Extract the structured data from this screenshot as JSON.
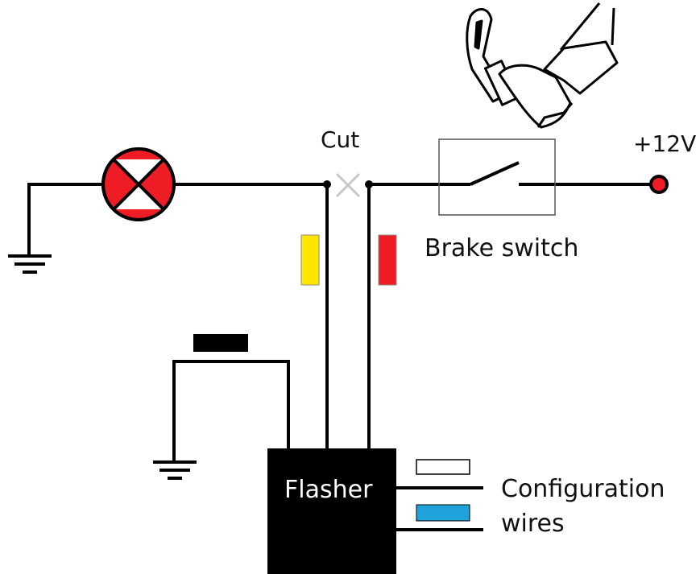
{
  "labels": {
    "cut": "Cut",
    "voltage": "+12V",
    "brake_switch": "Brake switch",
    "flasher": "Flasher",
    "configuration_line1": "Configuration",
    "configuration_line2": "wires"
  },
  "components": {
    "lamp": "brake-lamp",
    "switch": "brake-switch",
    "flasher": "flasher-module",
    "grounds": 2
  },
  "wire_markers": [
    {
      "name": "yellow-wire-marker",
      "color": "#FFE600"
    },
    {
      "name": "red-wire-marker",
      "color": "#EE1C24"
    },
    {
      "name": "black-wire-marker",
      "color": "#000000"
    },
    {
      "name": "white-config-wire-marker",
      "color": "#FFFFFF"
    },
    {
      "name": "blue-config-wire-marker",
      "color": "#1FA3DA"
    }
  ],
  "colors": {
    "wire": "#000000",
    "lamp_red": "#EE1C24",
    "terminal_red": "#EE1C24",
    "cut_mark": "#C8C8C8",
    "switch_box": "#555555"
  },
  "icons": [
    "ground-icon",
    "lamp-icon",
    "pedal-foot-icon"
  ]
}
